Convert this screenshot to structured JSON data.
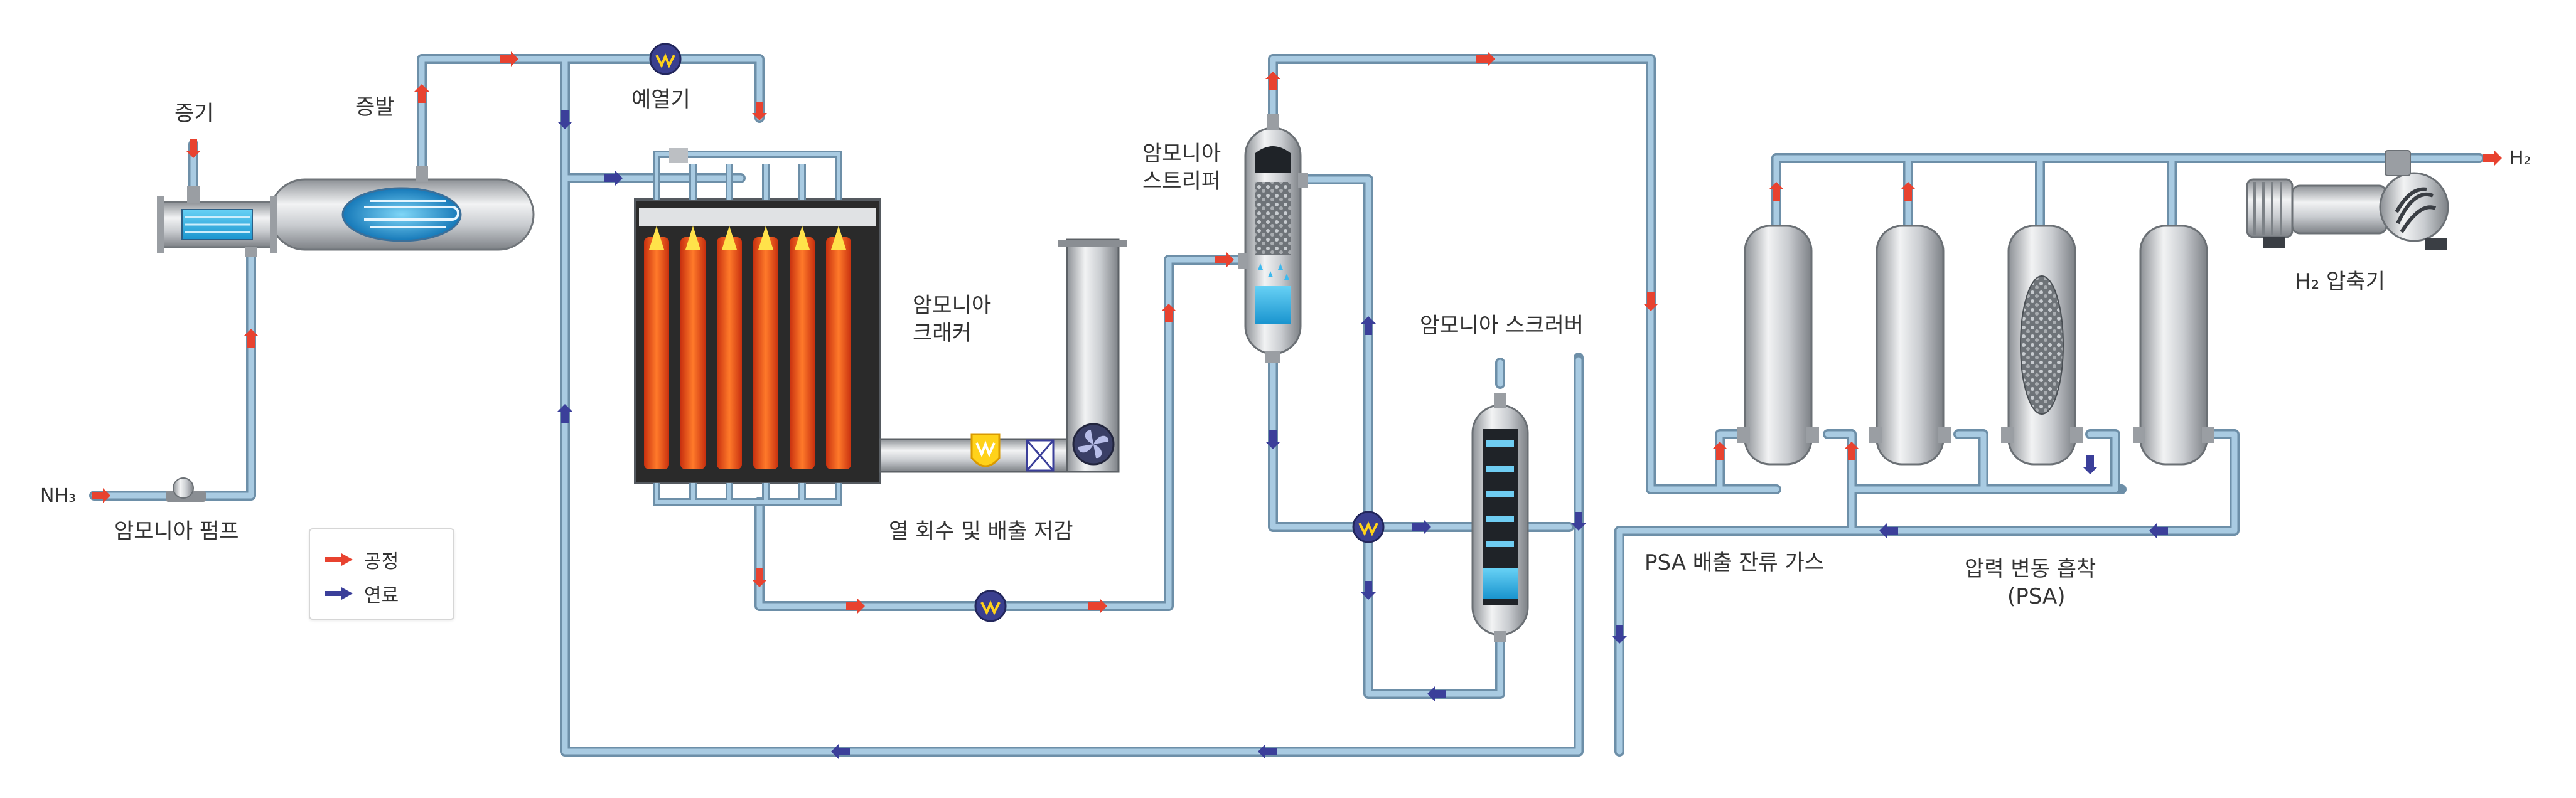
{
  "labels": {
    "steam": "증기",
    "evaporation": "증발",
    "preheater": "예열기",
    "nh3_feed": "NH₃",
    "ammonia_pump": "암모니아 펌프",
    "cracker_line1": "암모니아",
    "cracker_line2": "크래커",
    "heat_recovery": "열 회수 및 배출 저감",
    "stripper_line1": "암모니아",
    "stripper_line2": "스트리퍼",
    "scrubber": "암모니아 스크러버",
    "psa_offgas": "PSA 배출 잔류 가스",
    "psa_line1": "압력 변동 흡착",
    "psa_line2": "(PSA)",
    "h2_out": "H₂",
    "h2_compressor": "H₂ 압축기"
  },
  "legend": {
    "process": "공정",
    "fuel": "연료"
  },
  "colors": {
    "process_arrow": "#e8422f",
    "fuel_arrow": "#3b3f9a",
    "pipe": "#8fb5cf",
    "flame": "#e8501c",
    "water": "#2fb6ea"
  },
  "icons": [
    "heat-exchanger-icon",
    "pump-icon",
    "fan-icon",
    "valve-icon",
    "compressor-icon"
  ]
}
